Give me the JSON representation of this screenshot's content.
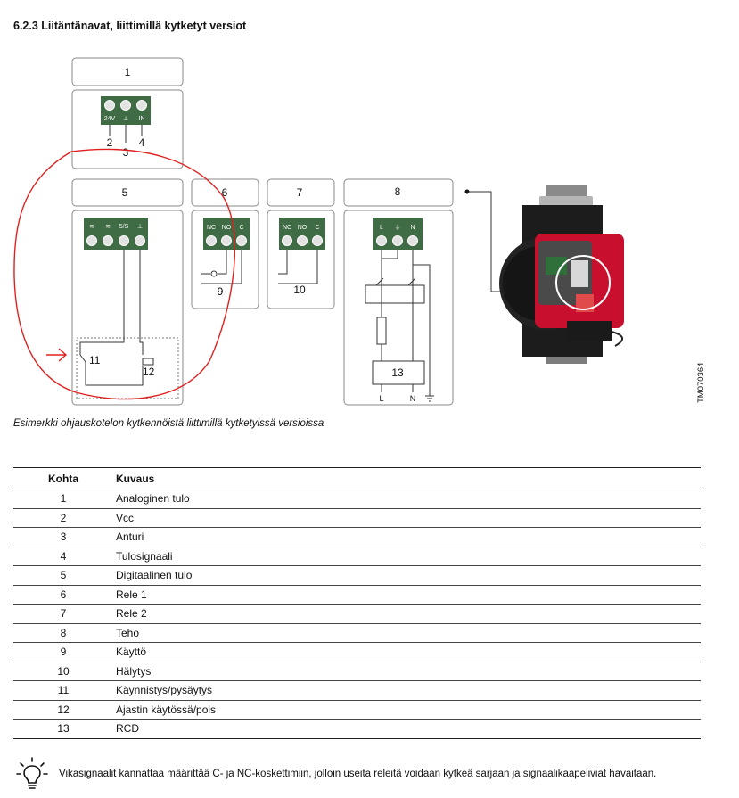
{
  "heading": "6.2.3 Liitäntänavat, liittimillä kytketyt versiot",
  "diagram": {
    "box_labels": [
      "1",
      "5",
      "6",
      "7",
      "8"
    ],
    "terminals": {
      "t1": [
        "24V",
        "⊥",
        "IN"
      ],
      "t5": [
        "≋",
        "≋",
        "5/S",
        "⊥"
      ],
      "t6": [
        "NC",
        "NO",
        "C"
      ],
      "t7": [
        "NC",
        "NO",
        "C"
      ],
      "t8": [
        "L",
        "⏚",
        "N"
      ]
    },
    "wire_numbers": {
      "n2": "2",
      "n3": "3",
      "n4": "4",
      "n9": "9",
      "n10": "10",
      "n11": "11",
      "n12": "12",
      "n13": "13"
    },
    "bottom_labels": {
      "l": "L",
      "n": "N"
    },
    "drawing_code": "TM070364"
  },
  "caption": "Esimerkki ohjauskotelon kytkennöistä liittimillä kytketyissä versioissa",
  "table": {
    "headers": [
      "Kohta",
      "Kuvaus"
    ],
    "rows": [
      [
        "1",
        "Analoginen tulo"
      ],
      [
        "2",
        "Vcc"
      ],
      [
        "3",
        "Anturi"
      ],
      [
        "4",
        "Tulosignaali"
      ],
      [
        "5",
        "Digitaalinen tulo"
      ],
      [
        "6",
        "Rele 1"
      ],
      [
        "7",
        "Rele 2"
      ],
      [
        "8",
        "Teho"
      ],
      [
        "9",
        "Käyttö"
      ],
      [
        "10",
        "Hälytys"
      ],
      [
        "11",
        "Käynnistys/pysäytys"
      ],
      [
        "12",
        "Ajastin käytössä/pois"
      ],
      [
        "13",
        "RCD"
      ]
    ]
  },
  "note": {
    "icon": "lightbulb-icon",
    "text": "Vikasignaalit kannattaa määrittää C- ja NC-koskettimiin, jolloin useita releitä voidaan kytkeä sarjaan ja signaalikaapeliviat havaitaan."
  },
  "colors": {
    "terminal_green": "#3f6c44",
    "annotation_red": "#e02020",
    "pump_red": "#c8102e"
  }
}
